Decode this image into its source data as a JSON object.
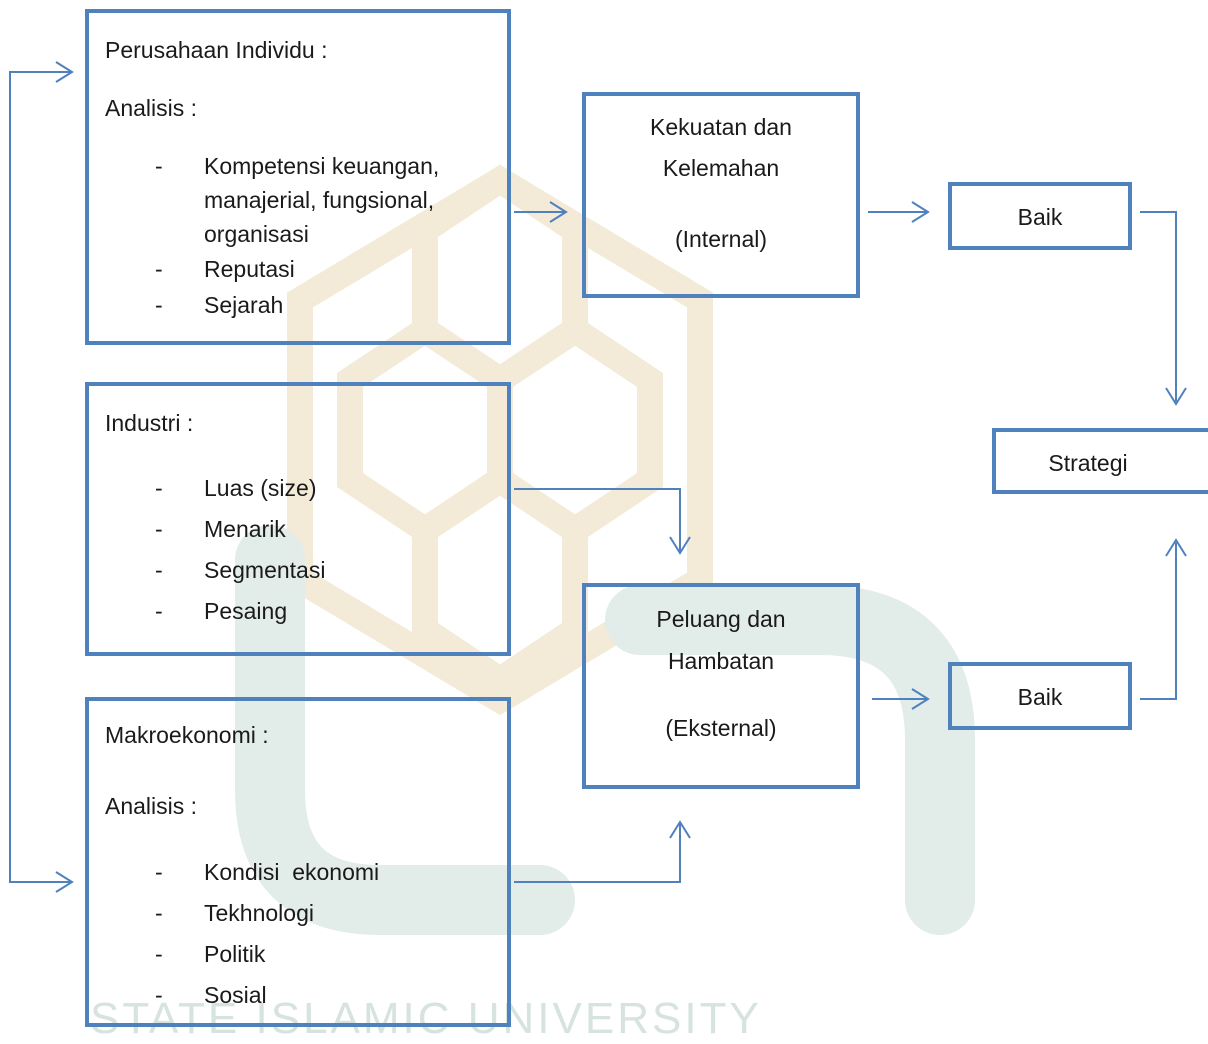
{
  "watermark": {
    "text": "STATE ISLAMIC UNIVERSITY"
  },
  "perusahaan": {
    "title": "Perusahaan Individu :",
    "subtitle": "Analisis :",
    "items": [
      "Kompetensi keuangan, manajerial, fungsional, organisasi",
      "Reputasi",
      "Sejarah"
    ]
  },
  "industri": {
    "title": "Industri :",
    "items": [
      "Luas (size)",
      "Menarik",
      "Segmentasi",
      "Pesaing"
    ]
  },
  "makro": {
    "title": "Makroekonomi :",
    "subtitle": "Analisis :",
    "items": [
      "Kondisi  ekonomi",
      "Tekhnologi",
      "Politik",
      "Sosial"
    ]
  },
  "internal": {
    "line1": "Kekuatan dan",
    "line2": "Kelemahan",
    "line3": "(Internal)"
  },
  "eksternal": {
    "line1": "Peluang dan",
    "line2": "Hambatan",
    "line3": "(Eksternal)"
  },
  "baik_top": {
    "label": "Baik"
  },
  "baik_bottom": {
    "label": "Baik"
  },
  "strategi": {
    "label": "Strategi"
  },
  "colors": {
    "border": "#4f81bd",
    "watermark": "#d7e3df"
  }
}
